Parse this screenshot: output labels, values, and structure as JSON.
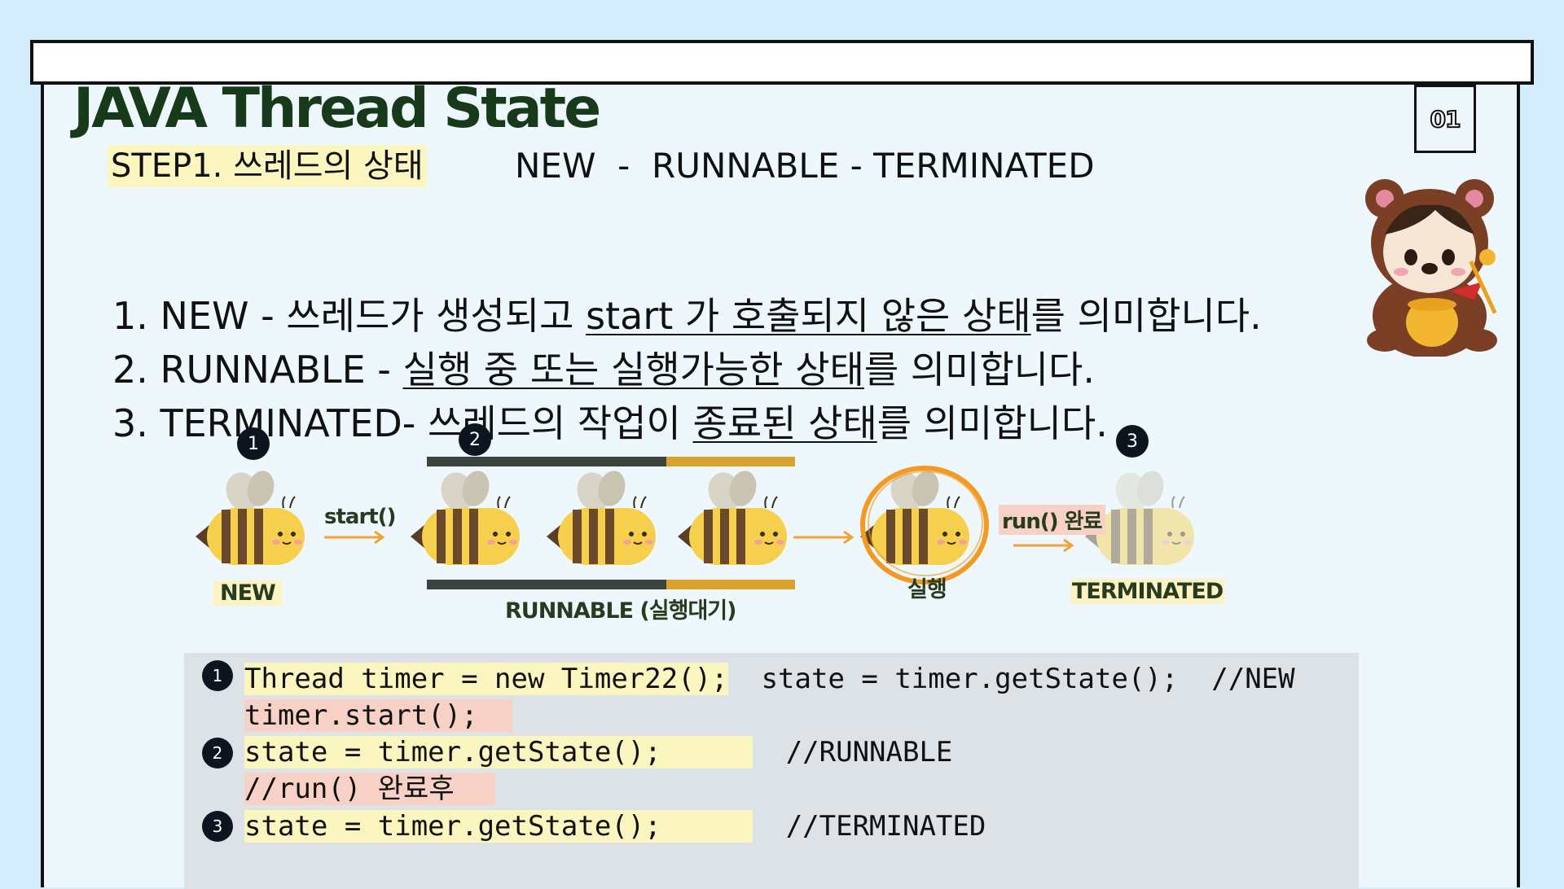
{
  "header": {
    "title": "JAVA Thread State",
    "page_number": "01"
  },
  "step": {
    "label": "STEP1. 쓰레드의 상태",
    "flow": "NEW  -  RUNNABLE - TERMINATED"
  },
  "lines": [
    {
      "num": "1.",
      "pre": "NEW - 쓰레드가 생성되고 ",
      "u": "start 가 호출되지 않은 상태",
      "post": "를 의미합니다."
    },
    {
      "num": "2.",
      "pre": "RUNNABLE - ",
      "u": "실행 중 또는 실행가능한 상태",
      "post": "를 의미합니다."
    },
    {
      "num": "3.",
      "pre": "TERMINATED- 쓰레드의 작업이 ",
      "u": "종료된 상태",
      "post": "를 의미합니다."
    }
  ],
  "diagram": {
    "badges": [
      "1",
      "2",
      "3"
    ],
    "new_label": "NEW",
    "start_label": "start()",
    "runnable_label": "RUNNABLE (실행대기)",
    "run_label": "실행",
    "done_label": "run() 완료",
    "terminated_label": "TERMINATED",
    "colors": {
      "bee_yellow": "#f6d04d",
      "bee_stripe": "#6b4a2b",
      "highlight_circle": "#f29a23",
      "arrow": "#f2a23a",
      "bar_dark": "#3d4440",
      "bar_gold": "#d8a22c"
    }
  },
  "code": {
    "l1a": "Thread timer = new Timer22();",
    "l1b": "state = timer.getState();  //NEW",
    "l2": "timer.start();",
    "l3a": "state = timer.getState();",
    "l3b": "//RUNNABLE",
    "l4": "//run() 완료후",
    "l5a": "state = timer.getState();",
    "l5b": "//TERMINATED",
    "badges": [
      "1",
      "2",
      "3"
    ]
  }
}
